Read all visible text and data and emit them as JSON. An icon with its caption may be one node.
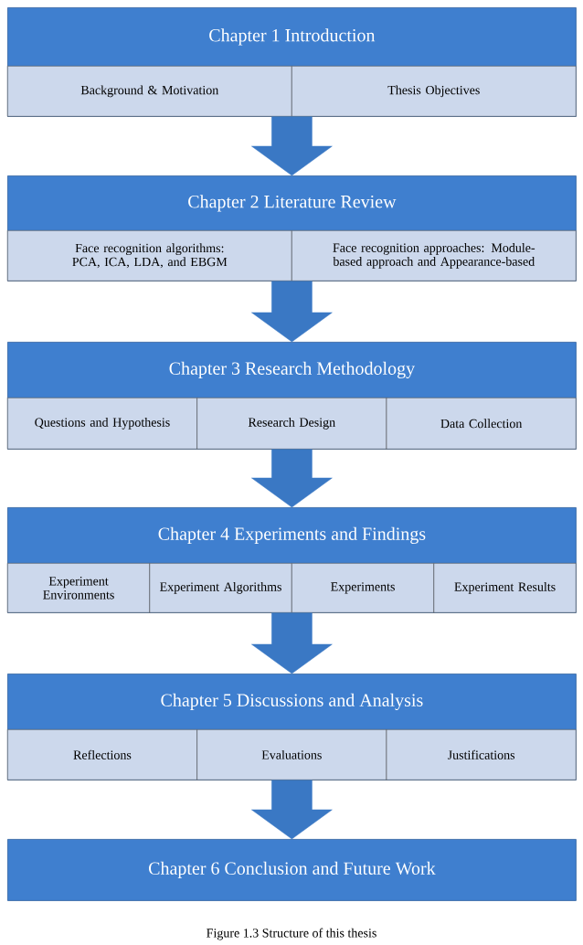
{
  "diagram": {
    "caption": "Figure 1.3 Structure of this thesis",
    "nodes": [
      {
        "text": [
          "Chapter 1 Introduction"
        ]
      },
      {
        "text": [
          "Background & Motivation"
        ],
        "in": 0
      },
      {
        "text": [
          "Thesis Objectives"
        ],
        "in": 0
      },
      {
        "text": [
          "Chapter 2 Literature Review"
        ]
      },
      {
        "text": [
          "Face recognition algorithms: PCA, ICA, LDA, and EBGM"
        ],
        "in": 3
      },
      {
        "text": [
          "Face recognition approaches: Module-based approach and Appearance-based"
        ],
        "in": 3
      },
      {
        "text": [
          "Chapter 3 Research Methodology"
        ]
      },
      {
        "text": [
          "Questions and Hypothesis"
        ],
        "in": 6
      },
      {
        "text": [
          "Research Design"
        ],
        "in": 6
      },
      {
        "text": [
          "Data Collection"
        ],
        "in": 6
      },
      {
        "text": [
          "Chapter 4 Experiments and Findings"
        ]
      },
      {
        "text": [
          "Experiment Environments"
        ],
        "in": 10
      },
      {
        "text": [
          "Experiment Algorithms"
        ],
        "in": 10
      },
      {
        "text": [
          "Experiments"
        ],
        "in": 10
      },
      {
        "text": [
          "Experiment Results"
        ],
        "in": 10
      },
      {
        "text": [
          "Chapter 5 Discussions and Analysis"
        ]
      },
      {
        "text": [
          "Reflections"
        ],
        "in": 15
      },
      {
        "text": [
          "Evaluations"
        ],
        "in": 15
      },
      {
        "text": [
          "Justifications"
        ],
        "in": 15
      },
      {
        "text": [
          "Chapter 6 Conclusion and Future Work"
        ]
      }
    ],
    "edges": [
      {
        "from": 0,
        "to": 3,
        "arrow": "to"
      },
      {
        "from": 3,
        "to": 6,
        "arrow": "to"
      },
      {
        "from": 6,
        "to": 10,
        "arrow": "to"
      },
      {
        "from": 10,
        "to": 15,
        "arrow": "to"
      },
      {
        "from": 15,
        "to": 19,
        "arrow": "to"
      }
    ]
  }
}
